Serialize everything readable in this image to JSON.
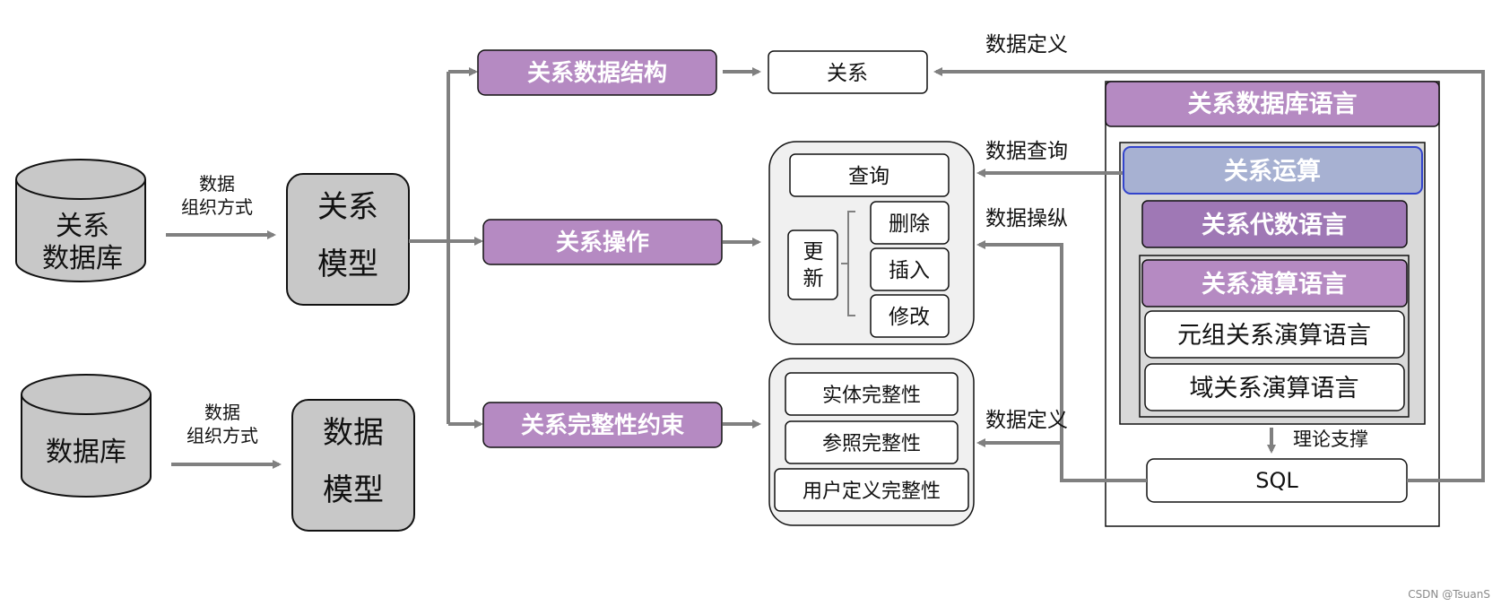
{
  "colors": {
    "purple": "#b58ac2",
    "purple_dark": "#9f78b5",
    "blue_box": "#a7b1d2",
    "blue_border": "#3344cc",
    "gray_fill": "#c8c8c8",
    "arrow": "#808080",
    "panel_fill": "#f0f0f0",
    "inner_fill": "#d9d9d9"
  },
  "left": {
    "db1": {
      "line1": "关系",
      "line2": "数据库"
    },
    "db2": {
      "label": "数据库"
    },
    "arrow1_label": {
      "line1": "数据",
      "line2": "组织方式"
    },
    "arrow2_label": {
      "line1": "数据",
      "line2": "组织方式"
    },
    "model1": {
      "line1": "关系",
      "line2": "模型"
    },
    "model2": {
      "line1": "数据",
      "line2": "模型"
    }
  },
  "center": {
    "structure": "关系数据结构",
    "operation": "关系操作",
    "integrity": "关系完整性约束"
  },
  "targets": {
    "relation": "关系",
    "query": "查询",
    "update": {
      "line1": "更",
      "line2": "新"
    },
    "delete": "删除",
    "insert": "插入",
    "modify": "修改",
    "entity_integrity": "实体完整性",
    "referential_integrity": "参照完整性",
    "user_integrity": "用户定义完整性"
  },
  "edges": {
    "data_definition_top": "数据定义",
    "data_query": "数据查询",
    "data_manipulation": "数据操纵",
    "data_definition_bottom": "数据定义",
    "theory_support": "理论支撑"
  },
  "language_panel": {
    "title": "关系数据库语言",
    "relational_operations": "关系运算",
    "algebra_language": "关系代数语言",
    "calculus_language": "关系演算语言",
    "tuple_calculus": "元组关系演算语言",
    "domain_calculus": "域关系演算语言",
    "sql": "SQL"
  },
  "watermark": "CSDN @TsuanS"
}
